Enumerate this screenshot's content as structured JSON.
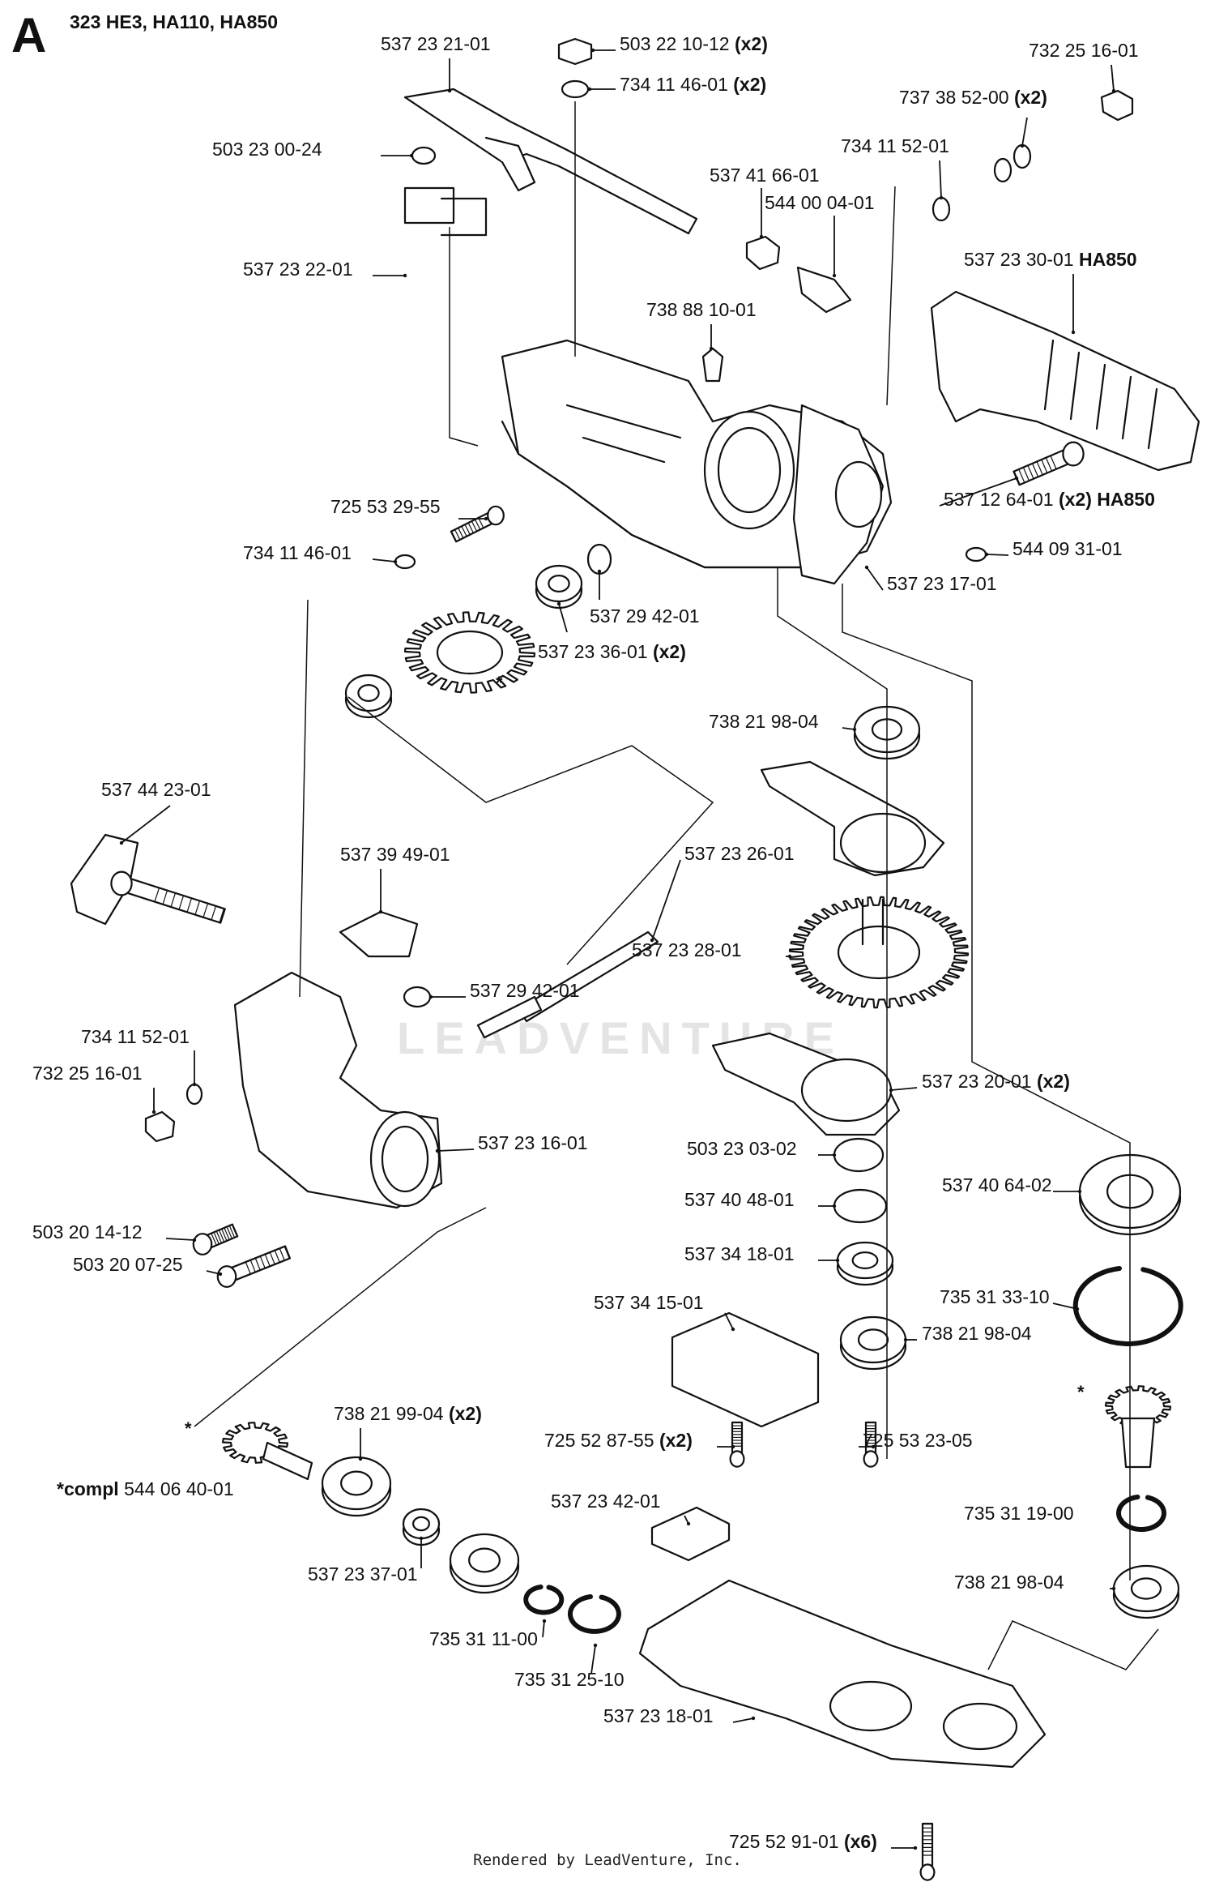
{
  "header": {
    "letter": "A",
    "models": "323 HE3, HA110, HA850"
  },
  "watermark": "LEADVENTURE",
  "footer": "Rendered by LeadVenture, Inc.",
  "callouts": [
    {
      "part": "537 23 21-01"
    },
    {
      "part": "503 22 10-12",
      "qty": "(x2)"
    },
    {
      "part": "734 11 46-01",
      "qty": "(x2)"
    },
    {
      "part": "732 25 16-01"
    },
    {
      "part": "737 38 52-00",
      "qty": "(x2)"
    },
    {
      "part": "503 23 00-24"
    },
    {
      "part": "734 11 52-01"
    },
    {
      "part": "537 41 66-01"
    },
    {
      "part": "544 00 04-01"
    },
    {
      "part": "537 23 22-01"
    },
    {
      "part": "537 23 30-01",
      "model": "HA850"
    },
    {
      "part": "738 88 10-01"
    },
    {
      "part": "537 12 64-01",
      "qty": "(x2)",
      "model": "HA850"
    },
    {
      "part": "725 53 29-55"
    },
    {
      "part": "734 11 46-01"
    },
    {
      "part": "544 09 31-01"
    },
    {
      "part": "537 23 17-01"
    },
    {
      "part": "537 29 42-01"
    },
    {
      "part": "537 23 36-01",
      "qty": "(x2)"
    },
    {
      "part": "738 21 98-04"
    },
    {
      "part": "537 44 23-01"
    },
    {
      "part": "537 39 49-01"
    },
    {
      "part": "537 23 26-01"
    },
    {
      "part": "537 23 28-01"
    },
    {
      "part": "537 29 42-01"
    },
    {
      "part": "734 11 52-01"
    },
    {
      "part": "732 25 16-01"
    },
    {
      "part": "537 23 20-01",
      "qty": "(x2)"
    },
    {
      "part": "537 23 16-01"
    },
    {
      "part": "503 23 03-02"
    },
    {
      "part": "537 40 64-02"
    },
    {
      "part": "537 40 48-01"
    },
    {
      "part": "503 20 14-12"
    },
    {
      "part": "537 34 18-01"
    },
    {
      "part": "503 20 07-25"
    },
    {
      "part": "735 31 33-10"
    },
    {
      "part": "537 34 15-01"
    },
    {
      "part": "738 21 98-04"
    },
    {
      "part": "738 21 99-04",
      "qty": "(x2)"
    },
    {
      "part": "725 52 87-55",
      "qty": "(x2)"
    },
    {
      "part": "725 53 23-05"
    },
    {
      "part": "544 06 40-01",
      "prefix": "*compl"
    },
    {
      "part": "537 23 42-01"
    },
    {
      "part": "735 31 19-00"
    },
    {
      "part": "537 23 37-01"
    },
    {
      "part": "738 21 98-04"
    },
    {
      "part": "735 31 11-00"
    },
    {
      "part": "735 31 25-10"
    },
    {
      "part": "537 23 18-01"
    },
    {
      "part": "725 52 91-01",
      "qty": "(x6)"
    }
  ],
  "stars": [
    "*",
    "*",
    "*"
  ]
}
